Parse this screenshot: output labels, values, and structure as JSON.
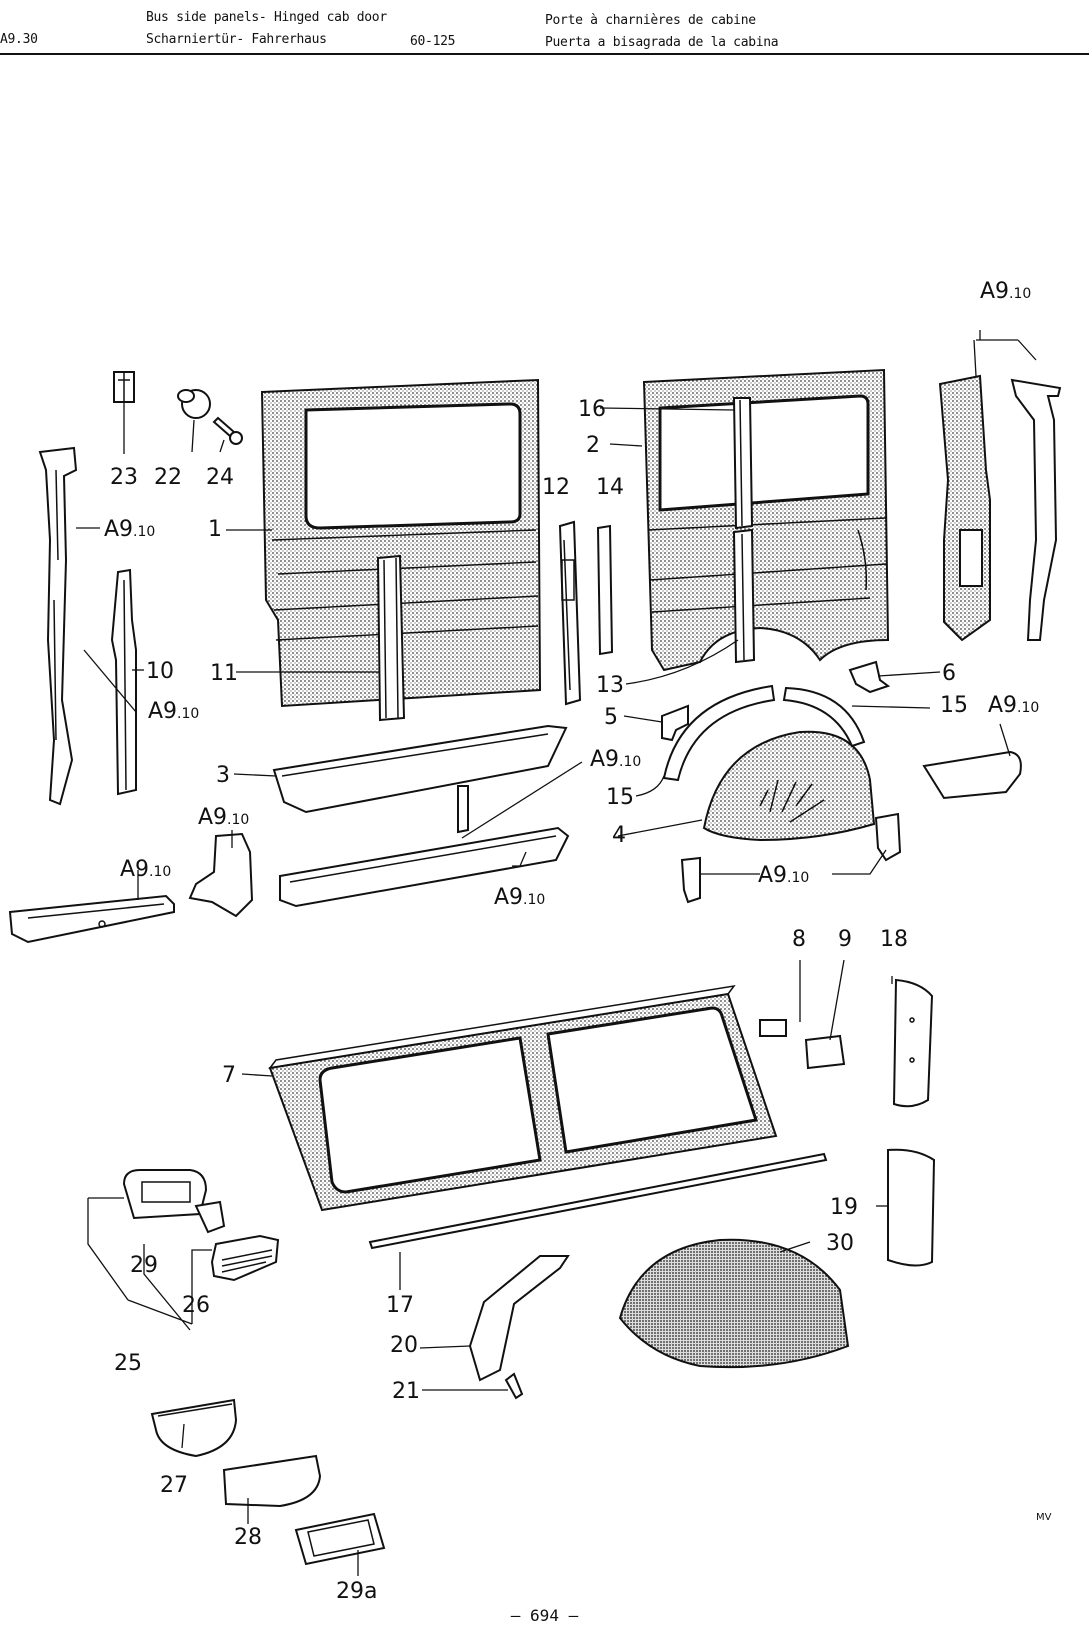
{
  "header": {
    "section_code": "A9.30",
    "title_en": "Bus side panels- Hinged cab door",
    "title_de": "Scharniertür- Fahrerhaus",
    "page_ref": "60-125",
    "title_fr": "Porte à charnières de cabine",
    "title_es": "Puerta a bisagrada de la cabina"
  },
  "callouts": {
    "c1": "1",
    "c2": "2",
    "c3": "3",
    "c4": "4",
    "c5": "5",
    "c6": "6",
    "c7": "7",
    "c8": "8",
    "c9": "9",
    "c10": "10",
    "c11": "11",
    "c12": "12",
    "c13": "13",
    "c14": "14",
    "c15a": "15",
    "c15b": "15",
    "c16": "16",
    "c17": "17",
    "c18": "18",
    "c19": "19",
    "c20": "20",
    "c21": "21",
    "c22": "22",
    "c23": "23",
    "c24": "24",
    "c25": "25",
    "c26": "26",
    "c27": "27",
    "c28": "28",
    "c29": "29",
    "c29a": "29a",
    "c30": "30"
  },
  "refs": {
    "ref_main": "A9",
    "ref_sub": ".10"
  },
  "footer": {
    "page_number": "– 694 –",
    "artist_mark": "MV"
  }
}
